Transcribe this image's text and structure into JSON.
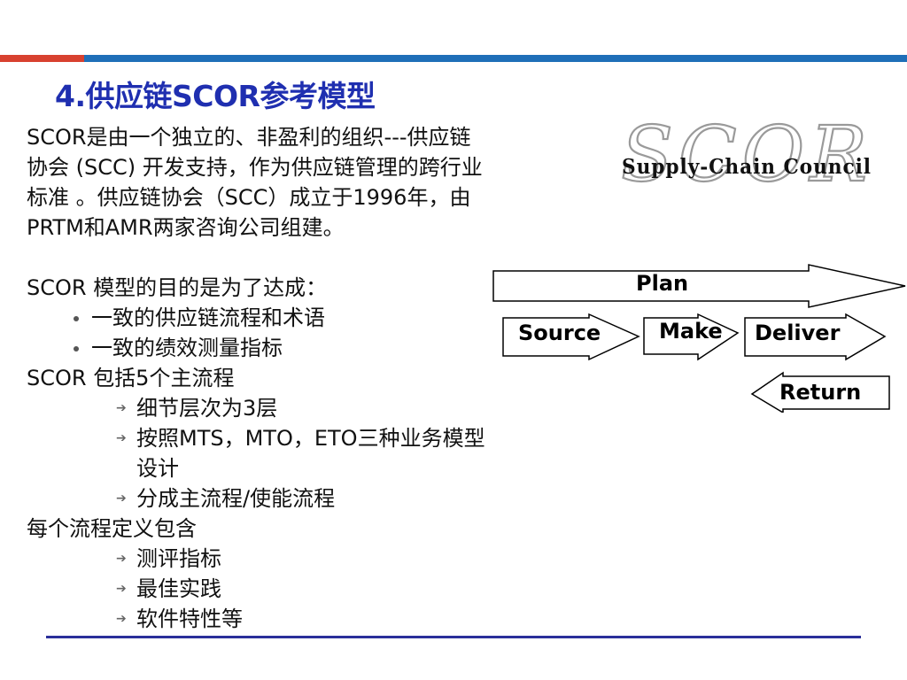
{
  "slide": {
    "title": "4.供应链SCOR参考模型",
    "intro_lines": [
      "SCOR是由一个独立的、非盈利的组织---供应链",
      "协会 (SCC) 开发支持，作为供应链管理的跨行业",
      "标准 。供应链协会（SCC）成立于1996年，由",
      "PRTM和AMR两家咨询公司组建。"
    ],
    "purpose_heading": "SCOR 模型的目的是为了达成：",
    "purpose_items": [
      "一致的供应链流程和术语",
      "一致的绩效测量指标"
    ],
    "process_heading": "SCOR 包括5个主流程",
    "process_items": [
      "细节层次为3层",
      "按照MTS，MTO，ETO三种业务模型",
      "设计",
      "分成主流程/使能流程"
    ],
    "definition_heading": "每个流程定义包含",
    "definition_items": [
      "测评指标",
      "最佳实践",
      "软件特性等"
    ]
  },
  "logo": {
    "big_text": "SCOR",
    "subtitle": "Supply-Chain Council"
  },
  "diagram": {
    "plan": "Plan",
    "source": "Source",
    "make": "Make",
    "deliver": "Deliver",
    "return": "Return"
  },
  "colors": {
    "title": "#1f2fb0",
    "bar_red": "#d8412f",
    "bar_blue": "#1f6fb8",
    "bottom_line": "#2a2f9a"
  }
}
